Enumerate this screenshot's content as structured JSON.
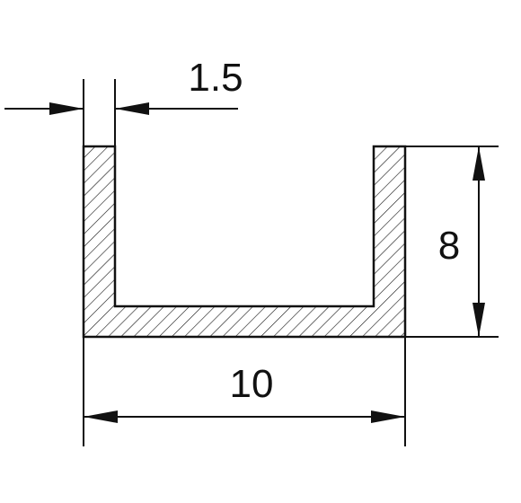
{
  "dimensions": {
    "wall_thickness": "1.5",
    "width": "10",
    "height": "8"
  },
  "colors": {
    "ink": "#111111",
    "background": "#ffffff"
  }
}
